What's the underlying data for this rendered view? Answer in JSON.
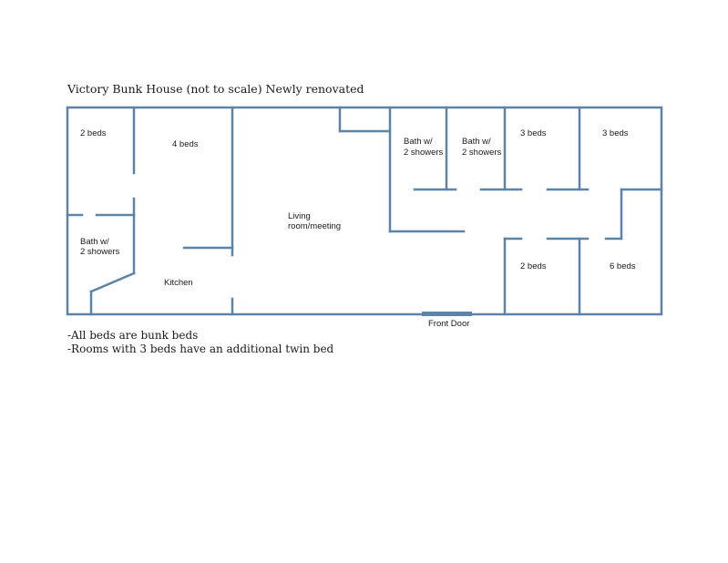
{
  "title": "Victory Bunk House (not to scale) Newly renovated",
  "colors": {
    "wall": "#5b84a8",
    "door": "#5b84a8"
  },
  "rooms": {
    "room_2beds_topleft": "2 beds",
    "room_4beds": "4 beds",
    "bath_left": [
      "Bath w/",
      "2 showers"
    ],
    "kitchen": "Kitchen",
    "living": [
      "Living",
      "room/meeting"
    ],
    "bath_mid1": [
      "Bath w/",
      "2 showers"
    ],
    "bath_mid2": [
      "Bath w/",
      "2 showers"
    ],
    "room_3beds_a": "3 beds",
    "room_3beds_b": "3 beds",
    "room_2beds_bottom": "2 beds",
    "room_6beds": "6 beds"
  },
  "front_door": "Front Door",
  "notes": [
    "-All beds are bunk beds",
    "-Rooms with 3 beds have an additional twin bed"
  ]
}
